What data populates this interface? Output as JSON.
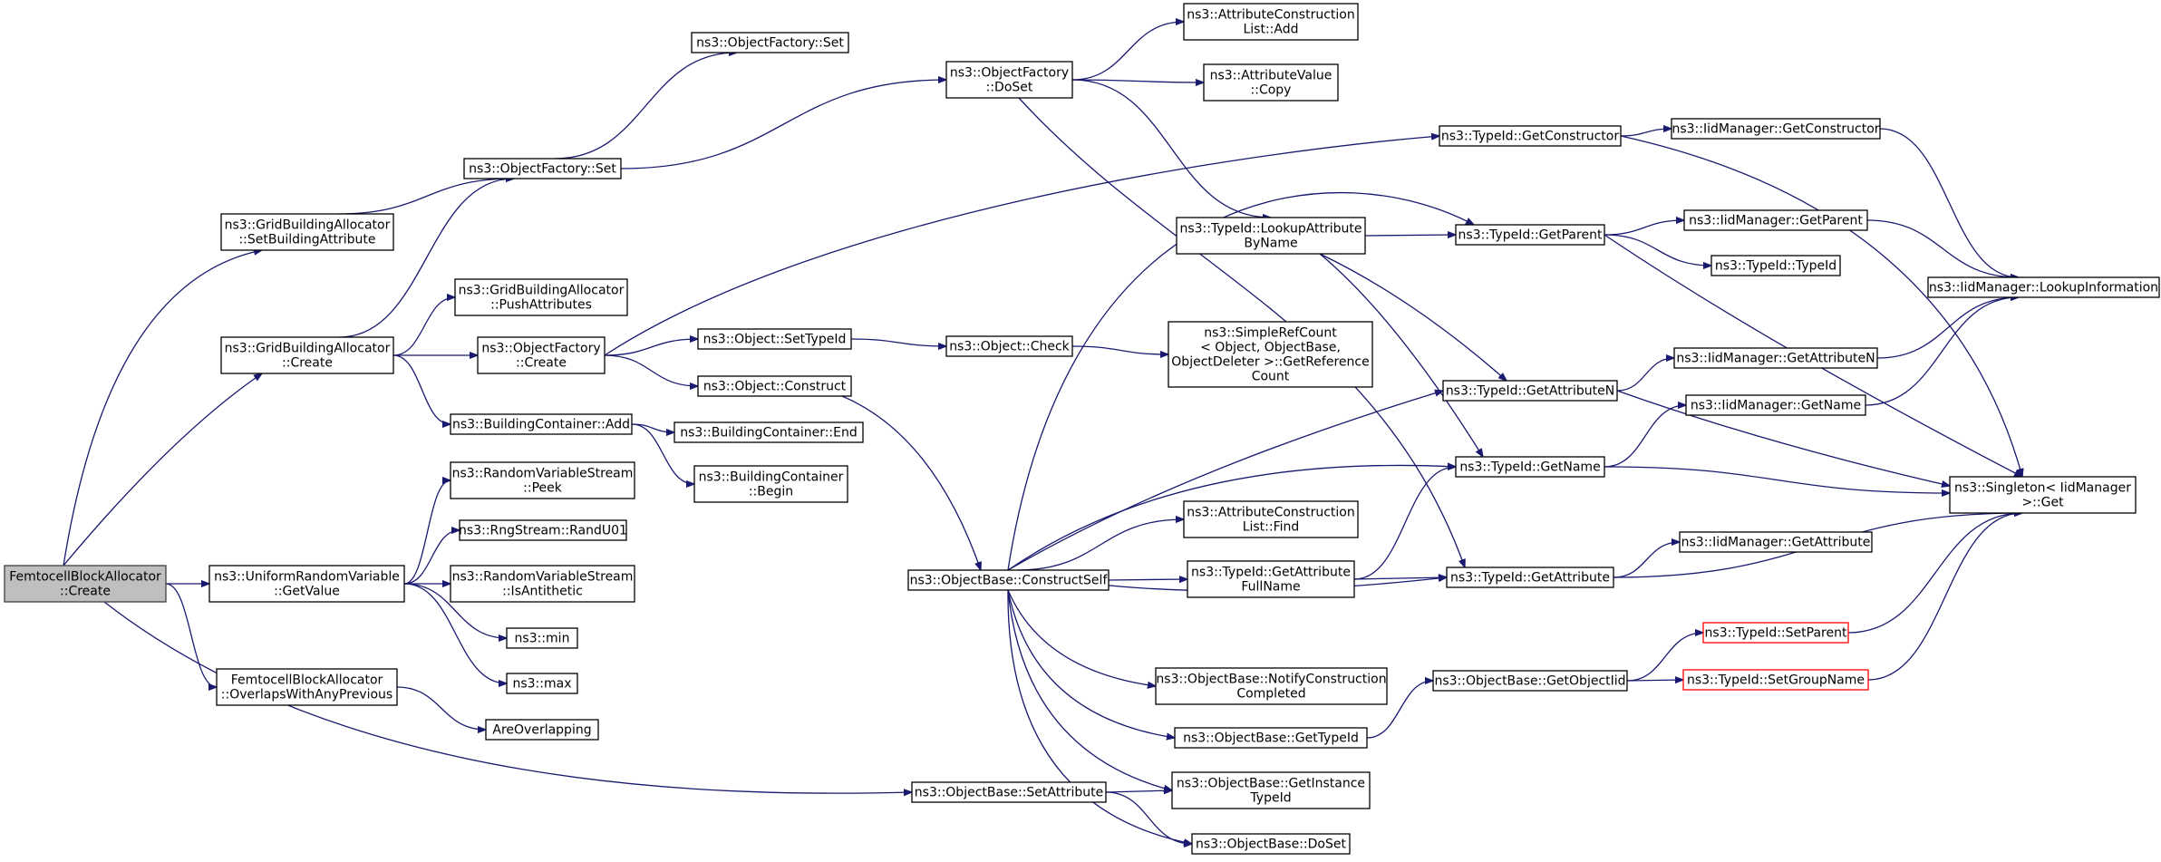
{
  "colors": {
    "edge": "#191970",
    "node_border": "#000000",
    "node_fill": "#ffffff",
    "root_fill": "#bfbfbf",
    "root_border": "#404040",
    "truncated_border": "#ff0000"
  },
  "nodes": [
    {
      "id": "root",
      "lines": [
        "FemtocellBlockAllocator",
        "::Create"
      ],
      "style": "root"
    },
    {
      "id": "gba_set",
      "lines": [
        "ns3::GridBuildingAllocator",
        "::SetBuildingAttribute"
      ],
      "style": "normal"
    },
    {
      "id": "gba_create",
      "lines": [
        "ns3::GridBuildingAllocator",
        "::Create"
      ],
      "style": "normal"
    },
    {
      "id": "urv",
      "lines": [
        "ns3::UniformRandomVariable",
        "::GetValue"
      ],
      "style": "normal"
    },
    {
      "id": "fba_overlaps",
      "lines": [
        "FemtocellBlockAllocator",
        "::OverlapsWithAnyPrevious"
      ],
      "style": "normal"
    },
    {
      "id": "of_set_a",
      "lines": [
        "ns3::ObjectFactory::Set"
      ],
      "style": "normal"
    },
    {
      "id": "of_set_b",
      "lines": [
        "ns3::ObjectFactory::Set"
      ],
      "style": "normal"
    },
    {
      "id": "of_doset",
      "lines": [
        "ns3::ObjectFactory",
        "::DoSet"
      ],
      "style": "normal"
    },
    {
      "id": "acl_add",
      "lines": [
        "ns3::AttributeConstruction",
        "List::Add"
      ],
      "style": "normal"
    },
    {
      "id": "av_copy",
      "lines": [
        "ns3::AttributeValue",
        "::Copy"
      ],
      "style": "normal"
    },
    {
      "id": "gba_push",
      "lines": [
        "ns3::GridBuildingAllocator",
        "::PushAttributes"
      ],
      "style": "normal"
    },
    {
      "id": "of_create",
      "lines": [
        "ns3::ObjectFactory",
        "::Create"
      ],
      "style": "normal"
    },
    {
      "id": "bc_add",
      "lines": [
        "ns3::BuildingContainer::Add"
      ],
      "style": "normal"
    },
    {
      "id": "rvs_peek",
      "lines": [
        "ns3::RandomVariableStream",
        "::Peek"
      ],
      "style": "normal"
    },
    {
      "id": "rng_rand",
      "lines": [
        "ns3::RngStream::RandU01"
      ],
      "style": "normal"
    },
    {
      "id": "rvs_anti",
      "lines": [
        "ns3::RandomVariableStream",
        "::IsAntithetic"
      ],
      "style": "normal"
    },
    {
      "id": "min",
      "lines": [
        "ns3::min"
      ],
      "style": "normal"
    },
    {
      "id": "max",
      "lines": [
        "ns3::max"
      ],
      "style": "normal"
    },
    {
      "id": "overlapping",
      "lines": [
        "AreOverlapping"
      ],
      "style": "normal"
    },
    {
      "id": "ob_setattr",
      "lines": [
        "ns3::ObjectBase::SetAttribute"
      ],
      "style": "normal"
    },
    {
      "id": "obj_settypeid",
      "lines": [
        "ns3::Object::SetTypeId"
      ],
      "style": "normal"
    },
    {
      "id": "obj_construct",
      "lines": [
        "ns3::Object::Construct"
      ],
      "style": "normal"
    },
    {
      "id": "bc_end",
      "lines": [
        "ns3::BuildingContainer::End"
      ],
      "style": "normal"
    },
    {
      "id": "bc_begin",
      "lines": [
        "ns3::BuildingContainer",
        "::Begin"
      ],
      "style": "normal"
    },
    {
      "id": "obj_check",
      "lines": [
        "ns3::Object::Check"
      ],
      "style": "normal"
    },
    {
      "id": "src_get",
      "lines": [
        "ns3::SimpleRefCount",
        "< Object, ObjectBase,",
        " ObjectDeleter >::GetReference",
        "Count"
      ],
      "style": "normal"
    },
    {
      "id": "ob_cself",
      "lines": [
        "ns3::ObjectBase::ConstructSelf"
      ],
      "style": "normal"
    },
    {
      "id": "tid_lookup",
      "lines": [
        "ns3::TypeId::LookupAttribute",
        "ByName"
      ],
      "style": "normal"
    },
    {
      "id": "acl_find",
      "lines": [
        "ns3::AttributeConstruction",
        "List::Find"
      ],
      "style": "normal"
    },
    {
      "id": "tid_getafn",
      "lines": [
        "ns3::TypeId::GetAttribute",
        "FullName"
      ],
      "style": "normal"
    },
    {
      "id": "ob_notify",
      "lines": [
        "ns3::ObjectBase::NotifyConstruction",
        "Completed"
      ],
      "style": "normal"
    },
    {
      "id": "ob_gettid",
      "lines": [
        "ns3::ObjectBase::GetTypeId"
      ],
      "style": "normal"
    },
    {
      "id": "ob_getinst",
      "lines": [
        "ns3::ObjectBase::GetInstance",
        "TypeId"
      ],
      "style": "normal"
    },
    {
      "id": "ob_doset",
      "lines": [
        "ns3::ObjectBase::DoSet"
      ],
      "style": "normal"
    },
    {
      "id": "tid_getctor",
      "lines": [
        "ns3::TypeId::GetConstructor"
      ],
      "style": "normal"
    },
    {
      "id": "tid_getparent",
      "lines": [
        "ns3::TypeId::GetParent"
      ],
      "style": "normal"
    },
    {
      "id": "tid_getattrn",
      "lines": [
        "ns3::TypeId::GetAttributeN"
      ],
      "style": "normal"
    },
    {
      "id": "tid_getname",
      "lines": [
        "ns3::TypeId::GetName"
      ],
      "style": "normal"
    },
    {
      "id": "tid_getattr",
      "lines": [
        "ns3::TypeId::GetAttribute"
      ],
      "style": "normal"
    },
    {
      "id": "ob_getoiid",
      "lines": [
        "ns3::ObjectBase::GetObjectIid"
      ],
      "style": "normal"
    },
    {
      "id": "iid_getctor",
      "lines": [
        "ns3::IidManager::GetConstructor"
      ],
      "style": "normal"
    },
    {
      "id": "iid_getparent",
      "lines": [
        "ns3::IidManager::GetParent"
      ],
      "style": "normal"
    },
    {
      "id": "tid_typeid",
      "lines": [
        "ns3::TypeId::TypeId"
      ],
      "style": "normal"
    },
    {
      "id": "iid_getattrn",
      "lines": [
        "ns3::IidManager::GetAttributeN"
      ],
      "style": "normal"
    },
    {
      "id": "iid_getname",
      "lines": [
        "ns3::IidManager::GetName"
      ],
      "style": "normal"
    },
    {
      "id": "iid_getattr",
      "lines": [
        "ns3::IidManager::GetAttribute"
      ],
      "style": "normal"
    },
    {
      "id": "tid_setparent",
      "lines": [
        "ns3::TypeId::SetParent"
      ],
      "style": "truncated"
    },
    {
      "id": "tid_setgroup",
      "lines": [
        "ns3::TypeId::SetGroupName"
      ],
      "style": "truncated"
    },
    {
      "id": "iid_lookup",
      "lines": [
        "ns3::IidManager::LookupInformation"
      ],
      "style": "normal"
    },
    {
      "id": "singleton",
      "lines": [
        "ns3::Singleton< IidManager",
        " >::Get"
      ],
      "style": "normal"
    }
  ],
  "edges": [
    [
      "root",
      "gba_set"
    ],
    [
      "root",
      "gba_create"
    ],
    [
      "root",
      "urv"
    ],
    [
      "root",
      "fba_overlaps"
    ],
    [
      "root",
      "ob_setattr"
    ],
    [
      "gba_set",
      "of_set_b"
    ],
    [
      "gba_create",
      "of_set_b"
    ],
    [
      "gba_create",
      "gba_push"
    ],
    [
      "gba_create",
      "of_create"
    ],
    [
      "gba_create",
      "bc_add"
    ],
    [
      "of_set_b",
      "of_set_a"
    ],
    [
      "of_set_b",
      "of_doset"
    ],
    [
      "of_doset",
      "acl_add"
    ],
    [
      "of_doset",
      "av_copy"
    ],
    [
      "of_doset",
      "tid_lookup"
    ],
    [
      "of_doset",
      "tid_getattr"
    ],
    [
      "of_create",
      "obj_settypeid"
    ],
    [
      "of_create",
      "obj_construct"
    ],
    [
      "of_create",
      "tid_getctor"
    ],
    [
      "bc_add",
      "bc_end"
    ],
    [
      "bc_add",
      "bc_begin"
    ],
    [
      "urv",
      "rvs_peek"
    ],
    [
      "urv",
      "rng_rand"
    ],
    [
      "urv",
      "rvs_anti"
    ],
    [
      "urv",
      "min"
    ],
    [
      "urv",
      "max"
    ],
    [
      "fba_overlaps",
      "overlapping"
    ],
    [
      "obj_settypeid",
      "obj_check"
    ],
    [
      "obj_check",
      "src_get"
    ],
    [
      "obj_construct",
      "ob_cself"
    ],
    [
      "ob_setattr",
      "ob_getinst"
    ],
    [
      "ob_setattr",
      "ob_doset"
    ],
    [
      "ob_cself",
      "tid_getparent"
    ],
    [
      "ob_cself",
      "tid_getattrn"
    ],
    [
      "ob_cself",
      "tid_getname"
    ],
    [
      "ob_cself",
      "acl_find"
    ],
    [
      "ob_cself",
      "tid_getafn"
    ],
    [
      "ob_cself",
      "tid_getattr"
    ],
    [
      "ob_cself",
      "ob_notify"
    ],
    [
      "ob_cself",
      "ob_gettid"
    ],
    [
      "ob_cself",
      "ob_getinst"
    ],
    [
      "ob_cself",
      "ob_doset"
    ],
    [
      "tid_lookup",
      "tid_getparent"
    ],
    [
      "tid_lookup",
      "tid_getattrn"
    ],
    [
      "tid_lookup",
      "tid_getname"
    ],
    [
      "tid_getafn",
      "tid_getname"
    ],
    [
      "tid_getafn",
      "tid_getattr"
    ],
    [
      "ob_gettid",
      "ob_getoiid"
    ],
    [
      "tid_getctor",
      "iid_getctor"
    ],
    [
      "tid_getctor",
      "singleton"
    ],
    [
      "tid_getparent",
      "iid_getparent"
    ],
    [
      "tid_getparent",
      "tid_typeid"
    ],
    [
      "tid_getparent",
      "singleton"
    ],
    [
      "tid_getattrn",
      "iid_getattrn"
    ],
    [
      "tid_getattrn",
      "singleton"
    ],
    [
      "tid_getname",
      "iid_getname"
    ],
    [
      "tid_getname",
      "singleton"
    ],
    [
      "tid_getattr",
      "iid_getattr"
    ],
    [
      "tid_getattr",
      "singleton"
    ],
    [
      "ob_getoiid",
      "tid_setparent"
    ],
    [
      "ob_getoiid",
      "tid_setgroup"
    ],
    [
      "tid_setparent",
      "singleton"
    ],
    [
      "tid_setgroup",
      "singleton"
    ],
    [
      "iid_getctor",
      "iid_lookup"
    ],
    [
      "iid_getparent",
      "iid_lookup"
    ],
    [
      "iid_getattrn",
      "iid_lookup"
    ],
    [
      "iid_getname",
      "iid_lookup"
    ]
  ]
}
